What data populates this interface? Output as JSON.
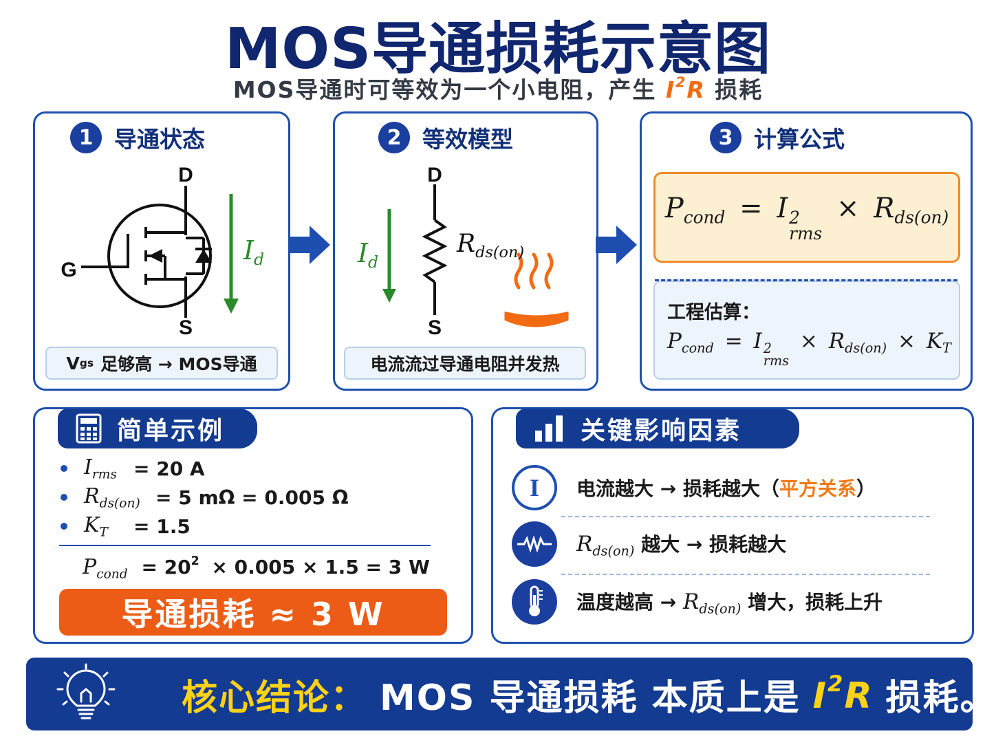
{
  "header": {
    "title": "MOS导通损耗示意图",
    "subtitle_prefix": "MOS导通时可等效为一个小电阻，产生",
    "subtitle_hl_base": "I",
    "subtitle_hl_exp": "2",
    "subtitle_hl_tail": "R",
    "subtitle_suffix": "损耗"
  },
  "cards": {
    "state": {
      "num": "1",
      "title": "导通状态",
      "pin_d": "D",
      "pin_g": "G",
      "pin_s": "S",
      "current_label": "I",
      "current_sub": "d",
      "caption_v": "V",
      "caption_sub": "gs",
      "caption_rest": "足够高 → MOS导通"
    },
    "model": {
      "num": "2",
      "title": "等效模型",
      "pin_d": "D",
      "pin_s": "S",
      "current_label": "I",
      "current_sub": "d",
      "res_label": "R",
      "res_sub": "ds(on)",
      "caption": "电流流过导通电阻并发热"
    },
    "formula": {
      "num": "3",
      "title": "计算公式",
      "p": "P",
      "p_sub": "cond",
      "eq": "=",
      "i": "I",
      "i_sup": "2",
      "i_sub": "rms",
      "times": "×",
      "r": "R",
      "r_sub": "ds(on)",
      "est_label": "工程估算：",
      "k": "K",
      "k_sub": "T"
    }
  },
  "example": {
    "tab_title": "简单示例",
    "rows": [
      {
        "sym": "I",
        "sub": "rms",
        "value": "=  20 A"
      },
      {
        "sym": "R",
        "sub": "ds(on)",
        "value": "=  5 mΩ  =  0.005 Ω"
      },
      {
        "sym": "K",
        "sub": "T",
        "value": "=  1.5"
      }
    ],
    "calc_p": "P",
    "calc_sub": "cond",
    "calc_rest_a": "=  20",
    "calc_exp": "2",
    "calc_rest_b": "×  0.005  ×  1.5  =  3 W",
    "result": "导通损耗  ≈  3 W"
  },
  "factors": {
    "tab_title": "关键影响因素",
    "f1_a": "电流越大 → 损耗越大（",
    "f1_hl": "平方关系",
    "f1_b": "）",
    "f2_r": "R",
    "f2_sub": "ds(on)",
    "f2_rest": "越大 → 损耗越大",
    "f3_a": "温度越高 →",
    "f3_r": "R",
    "f3_sub": "ds(on)",
    "f3_rest": "增大，损耗上升",
    "icon_text": "I"
  },
  "conclusion": {
    "lead": "核心结论：",
    "body_a": "MOS 导通损耗 本质上是",
    "i": "I",
    "exp": "2",
    "r": "R",
    "body_b": "损耗。"
  },
  "colors": {
    "navy": "#143b92",
    "border_blue": "#1e4fb0",
    "orange": "#ec5c16",
    "green": "#2a8a2a",
    "yellow": "#ffd21a"
  }
}
